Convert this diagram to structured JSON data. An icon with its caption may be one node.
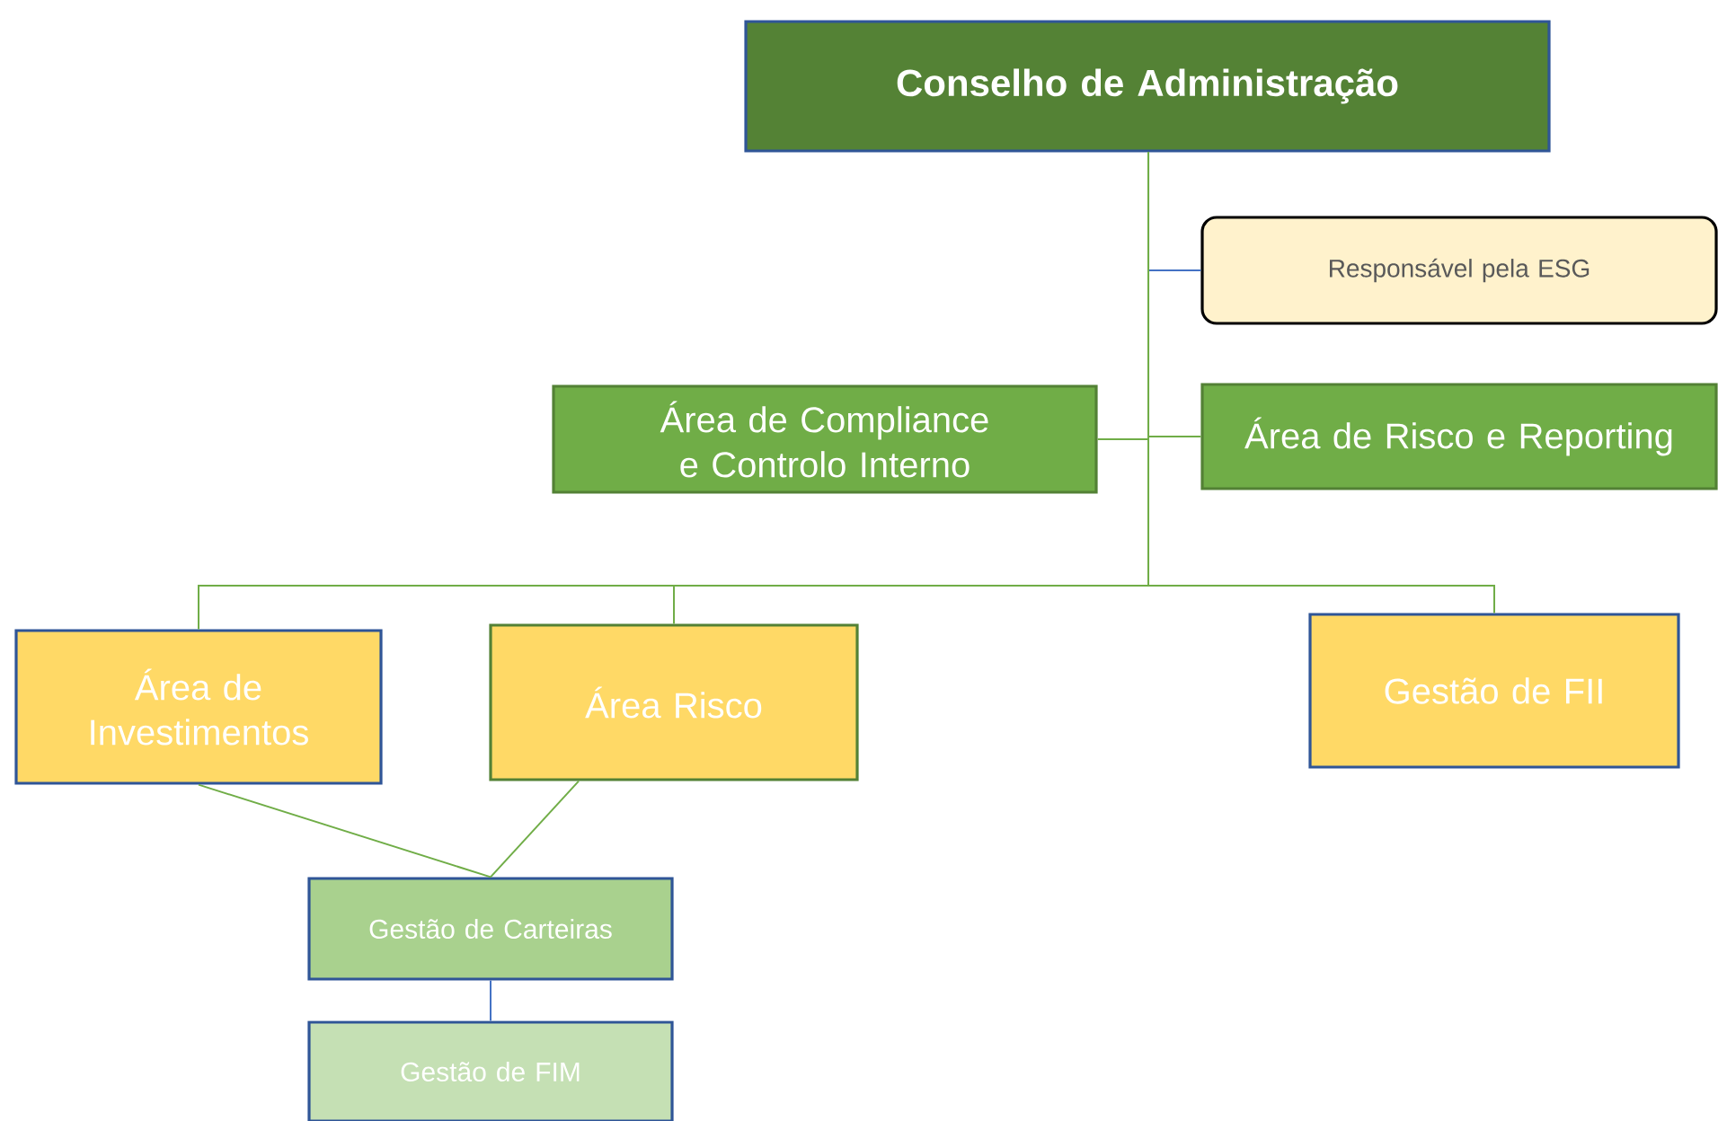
{
  "diagram": {
    "nodes": [
      {
        "text": [
          "Conselho de Administração"
        ]
      },
      {
        "text": [
          "Responsável pela ESG"
        ]
      },
      {
        "text": [
          "Área de Compliance e Controlo Interno"
        ]
      },
      {
        "text": [
          "Área de Risco e Reporting"
        ]
      },
      {
        "text": [
          "Área de Investimentos"
        ]
      },
      {
        "text": [
          "Área Risco"
        ]
      },
      {
        "text": [
          "Gestão de FII"
        ]
      },
      {
        "text": [
          "Gestão de Carteiras"
        ]
      },
      {
        "text": [
          "Gestão de FIM"
        ]
      }
    ],
    "edges": [
      {
        "from": 0,
        "to": 1,
        "arrow": "none",
        "color": "#4472c4"
      },
      {
        "from": 0,
        "to": 2,
        "arrow": "none"
      },
      {
        "from": 0,
        "to": 3,
        "arrow": "none"
      },
      {
        "from": 0,
        "to": 4,
        "arrow": "none"
      },
      {
        "from": 0,
        "to": 5,
        "arrow": "none"
      },
      {
        "from": 0,
        "to": 6,
        "arrow": "none"
      },
      {
        "from": 4,
        "to": 7,
        "arrow": "none"
      },
      {
        "from": 5,
        "to": 7,
        "arrow": "none"
      },
      {
        "from": 7,
        "to": 8,
        "arrow": "none",
        "color": "#4472c4"
      }
    ]
  }
}
